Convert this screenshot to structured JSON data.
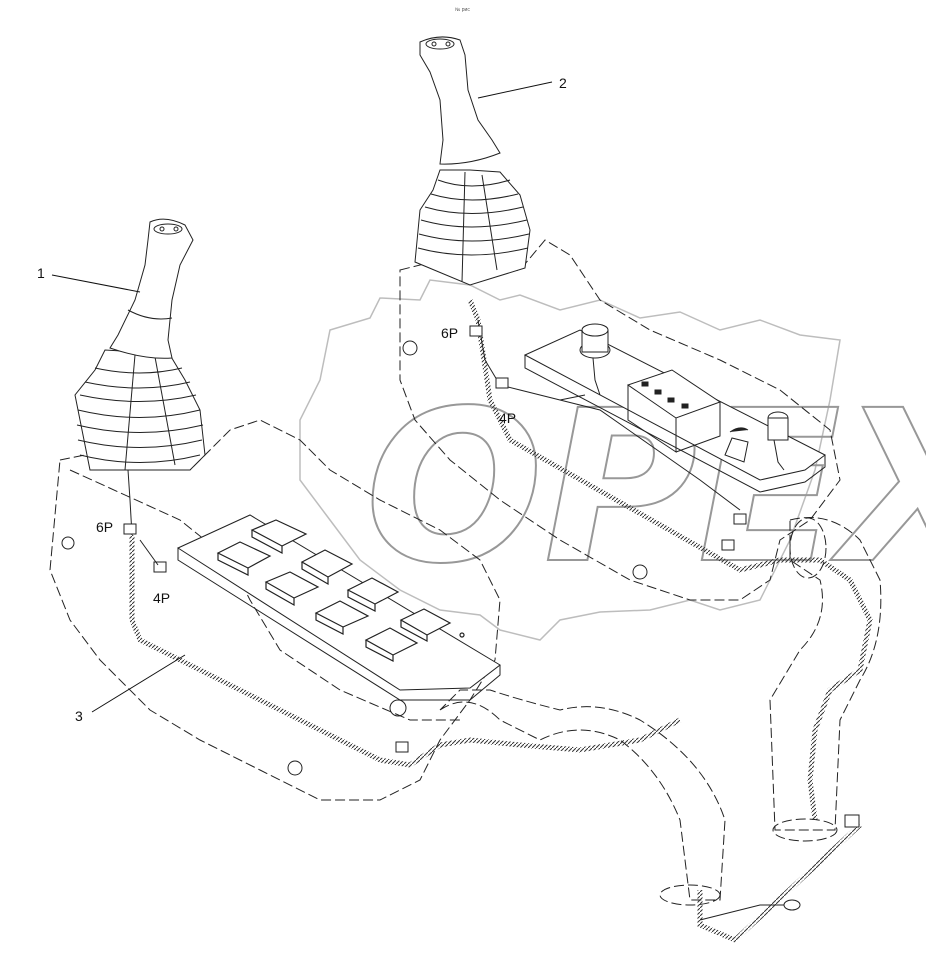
{
  "diagram": {
    "corner_mark": "№ рис",
    "watermark": "OPEX",
    "callouts": [
      {
        "id": "1",
        "text": "1"
      },
      {
        "id": "2",
        "text": "2"
      },
      {
        "id": "3",
        "text": "3"
      }
    ],
    "connector_labels": {
      "left_6p": "6P",
      "left_4p": "4P",
      "right_6p": "6P",
      "right_4p": "4P"
    }
  }
}
